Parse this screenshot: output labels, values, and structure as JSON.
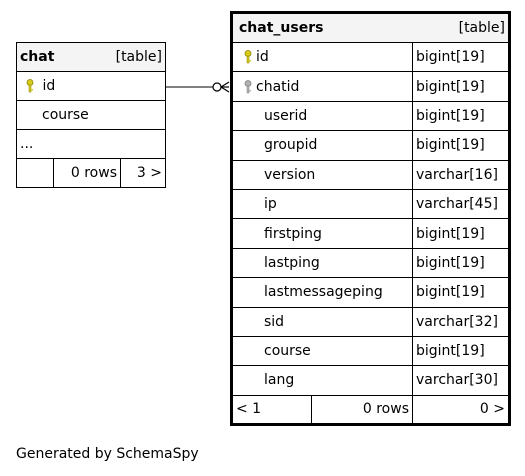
{
  "tables": {
    "chat": {
      "name": "chat",
      "kind": "[table]",
      "columns": [
        {
          "name": "id",
          "key": "primary"
        },
        {
          "name": "course",
          "key": "none"
        }
      ],
      "ellipsis": "...",
      "footer": {
        "left": "",
        "rows": "0 rows",
        "children": "3 >"
      }
    },
    "chat_users": {
      "name": "chat_users",
      "kind": "[table]",
      "columns": [
        {
          "name": "id",
          "type": "bigint[19]",
          "key": "primary"
        },
        {
          "name": "chatid",
          "type": "bigint[19]",
          "key": "foreign"
        },
        {
          "name": "userid",
          "type": "bigint[19]",
          "key": "none"
        },
        {
          "name": "groupid",
          "type": "bigint[19]",
          "key": "none"
        },
        {
          "name": "version",
          "type": "varchar[16]",
          "key": "none"
        },
        {
          "name": "ip",
          "type": "varchar[45]",
          "key": "none"
        },
        {
          "name": "firstping",
          "type": "bigint[19]",
          "key": "none"
        },
        {
          "name": "lastping",
          "type": "bigint[19]",
          "key": "none"
        },
        {
          "name": "lastmessageping",
          "type": "bigint[19]",
          "key": "none"
        },
        {
          "name": "sid",
          "type": "varchar[32]",
          "key": "none"
        },
        {
          "name": "course",
          "type": "bigint[19]",
          "key": "none"
        },
        {
          "name": "lang",
          "type": "varchar[30]",
          "key": "none"
        }
      ],
      "footer": {
        "parents": "< 1",
        "rows": "0 rows",
        "children": "0 >"
      }
    }
  },
  "relationship": {
    "from": "chat.id",
    "to": "chat_users.chatid"
  },
  "colors": {
    "primary_key": "#d8cc1a",
    "foreign_key": "#b0b0b0",
    "header_bg": "#f4f4f4",
    "line": "#000000"
  },
  "credit": "Generated by SchemaSpy"
}
